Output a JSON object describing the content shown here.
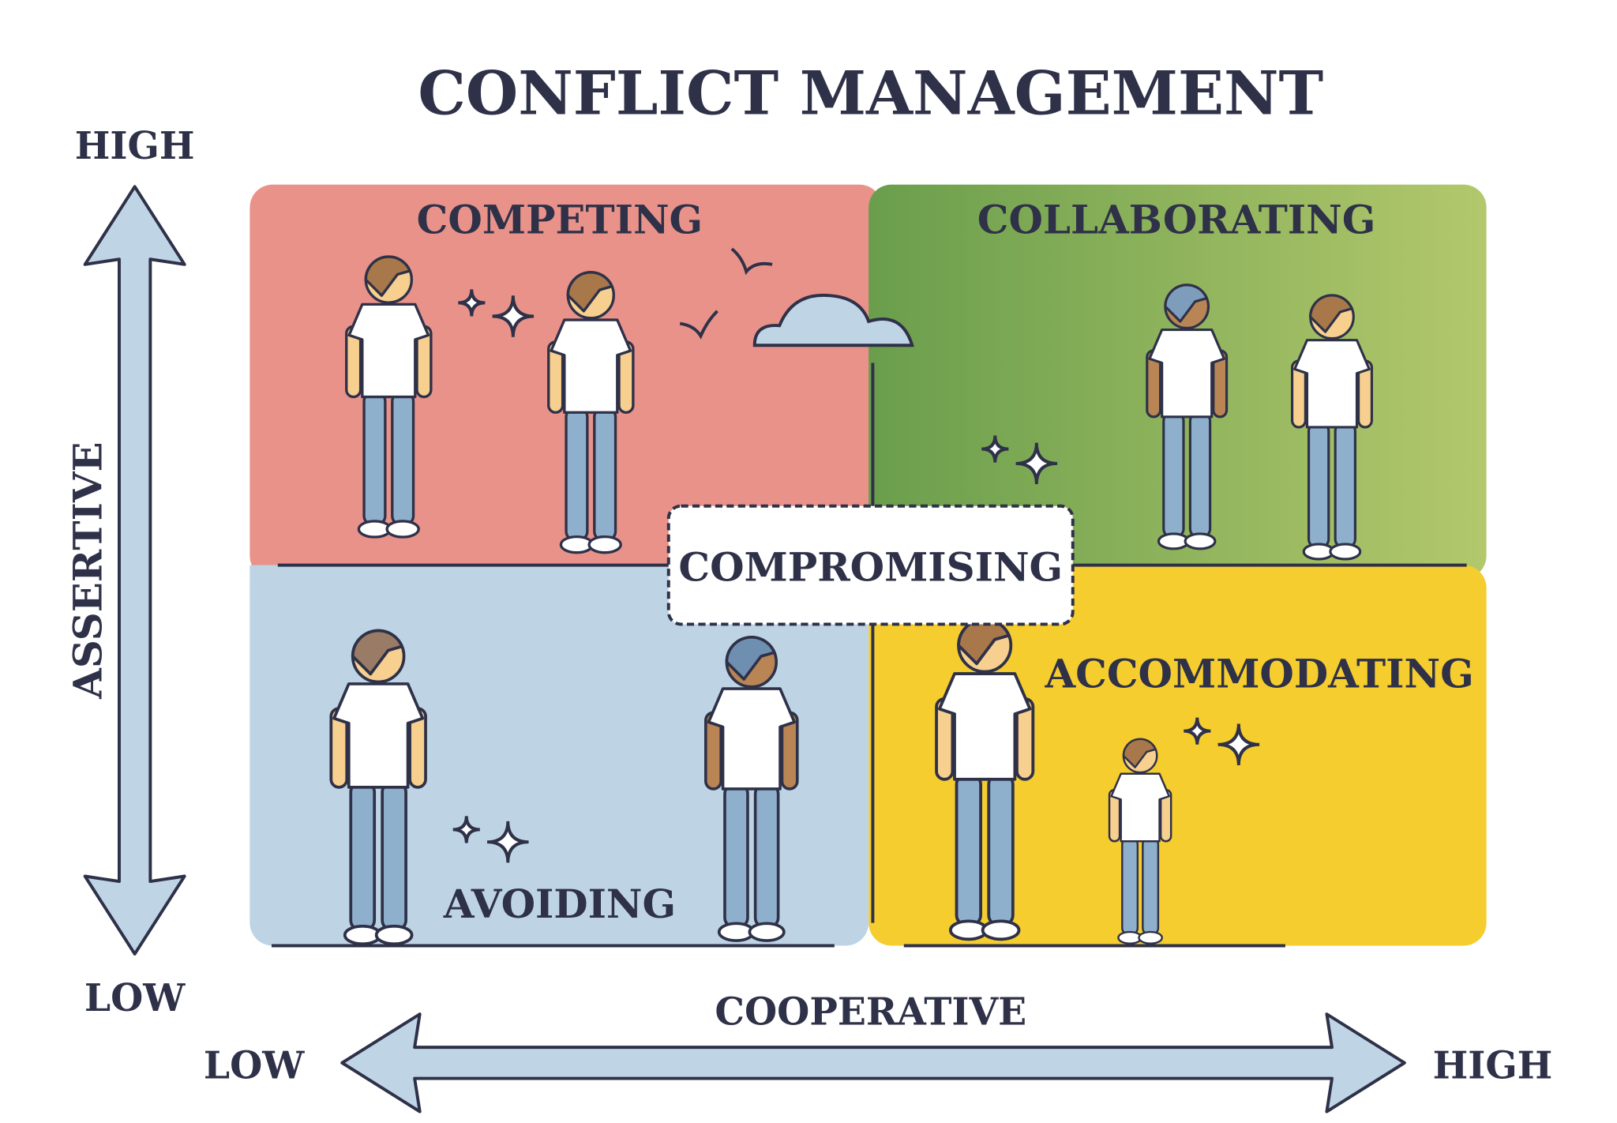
{
  "title": "CONFLICT MANAGEMENT",
  "y_axis": {
    "label": "ASSERTIVE",
    "high": "HIGH",
    "low": "LOW"
  },
  "x_axis": {
    "label": "COOPERATIVE",
    "low": "LOW",
    "high": "HIGH"
  },
  "quadrants": {
    "competing": {
      "label": "COMPETING",
      "color": "#e8928a"
    },
    "collaborating": {
      "label": "COLLABORATING",
      "color_start": "#6a9e4c",
      "color_end": "#b3c86c"
    },
    "avoiding": {
      "label": "AVOIDING",
      "color": "#bed4e4"
    },
    "accommodating": {
      "label": "ACCOMMODATING",
      "color": "#f6cd2e"
    }
  },
  "center": {
    "label": "COMPROMISING"
  },
  "colors": {
    "ink": "#2e3148",
    "arrow": "#bfd5e6",
    "skin": "#f7cf8f",
    "hair": "#a8784a",
    "pants": "#8fb0cc"
  }
}
